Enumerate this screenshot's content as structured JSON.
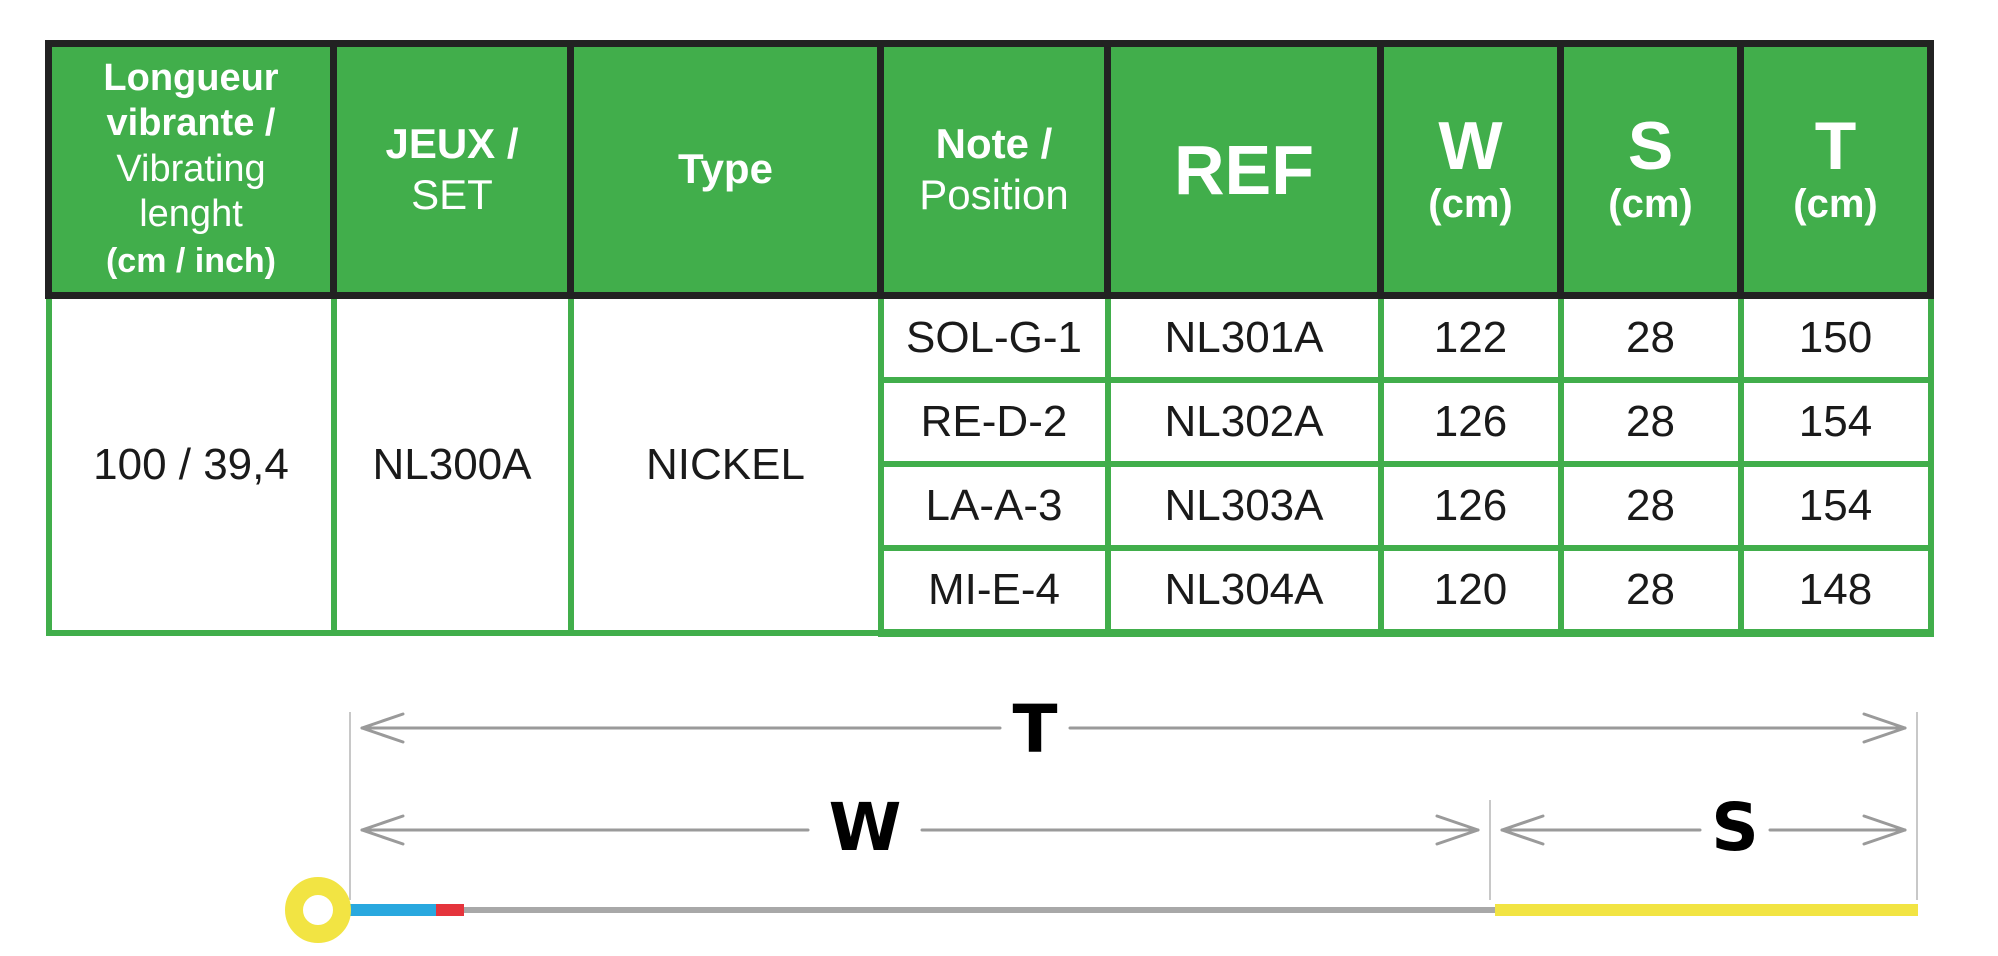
{
  "table": {
    "headers": {
      "length_line1": "Longueur",
      "length_line2": "vibrante /",
      "length_line3": "Vibrating",
      "length_line4": "lenght",
      "length_line5": "(cm / inch)",
      "set_line1": "JEUX /",
      "set_line2": "SET",
      "type": "Type",
      "note_line1": "Note /",
      "note_line2": "Position",
      "ref": "REF",
      "w": "W",
      "w_unit": "(cm)",
      "s": "S",
      "s_unit": "(cm)",
      "t": "T",
      "t_unit": "(cm)"
    },
    "length_value": "100 / 39,4",
    "set_value": "NL300A",
    "type_value": "NICKEL",
    "rows": [
      {
        "note": "SOL-G-1",
        "ref": "NL301A",
        "w": "122",
        "s": "28",
        "t": "150"
      },
      {
        "note": "RE-D-2",
        "ref": "NL302A",
        "w": "126",
        "s": "28",
        "t": "154"
      },
      {
        "note": "LA-A-3",
        "ref": "NL303A",
        "w": "126",
        "s": "28",
        "t": "154"
      },
      {
        "note": "MI-E-4",
        "ref": "NL304A",
        "w": "120",
        "s": "28",
        "t": "148"
      }
    ]
  },
  "diagram": {
    "label_t": "T",
    "label_w": "W",
    "label_s": "S",
    "colors": {
      "arrow": "#9a9a9a",
      "ring": "#f2e443",
      "segment_blue": "#29a8df",
      "segment_red": "#e5343c",
      "string": "#a8a8a8",
      "wrap": "#f2e443",
      "table_green": "#41ae4b",
      "table_border": "#222222"
    }
  }
}
